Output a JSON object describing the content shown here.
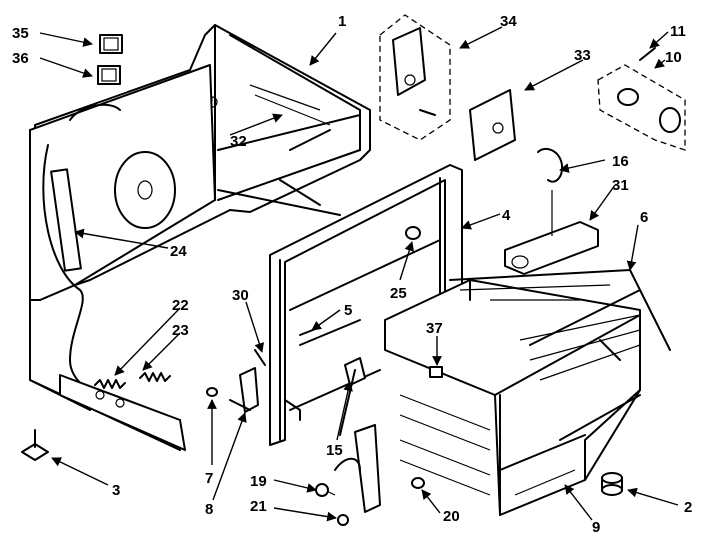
{
  "callouts": {
    "c1": "1",
    "c2": "2",
    "c3": "3",
    "c4": "4",
    "c5": "5",
    "c6": "6",
    "c7": "7",
    "c8": "8",
    "c9": "9",
    "c10": "10",
    "c11": "11",
    "c15": "15",
    "c16": "16",
    "c19": "19",
    "c20": "20",
    "c21": "21",
    "c22": "22",
    "c23": "23",
    "c24": "24",
    "c25": "25",
    "c30": "30",
    "c31": "31",
    "c32": "32",
    "c33": "33",
    "c34": "34",
    "c35": "35",
    "c36": "36",
    "c37": "37"
  }
}
